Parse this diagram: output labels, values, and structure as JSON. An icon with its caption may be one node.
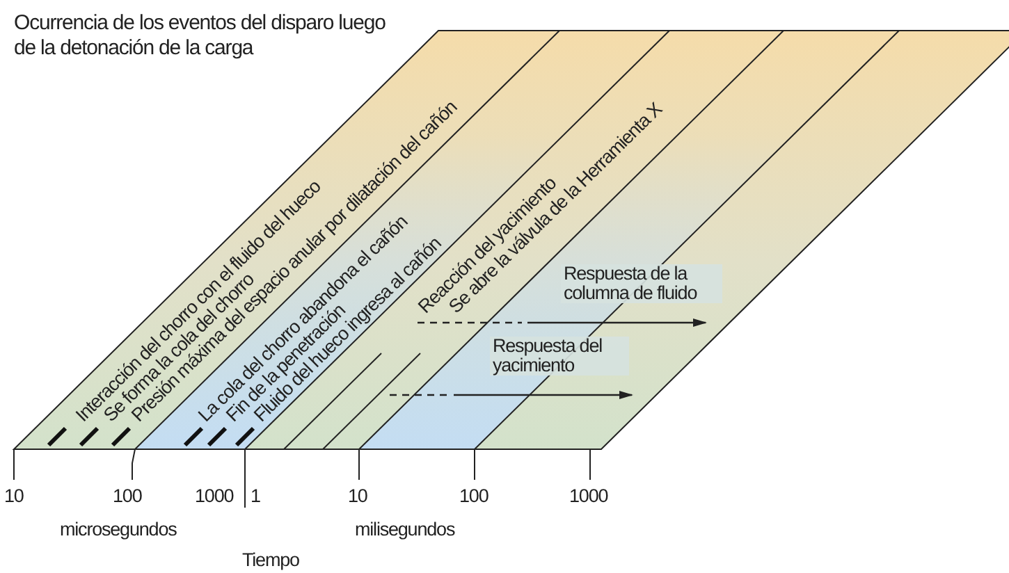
{
  "diagram": {
    "title": "Ocurrencia de los eventos del disparo luego de la detonación de la carga",
    "labels": [
      "Interacción del chorro con el fluido del hueco",
      "Se forma la cola del chorro",
      "Presión máxima del espacio anular por dilatación del cañón",
      "La cola del chorro abandona el cañón",
      "Fin de la penetración",
      "Fluido del hueco ingresa al cañón",
      "Reacción del yacimiento",
      "Se abre la válvula de la Herramienta X",
      "Respuesta de la columna de fluido",
      "Respuesta del yacimiento",
      "10",
      "100",
      "1000",
      "1",
      "10",
      "100",
      "1000",
      "microsegundos",
      "milisegundos",
      "Tiempo"
    ]
  }
}
